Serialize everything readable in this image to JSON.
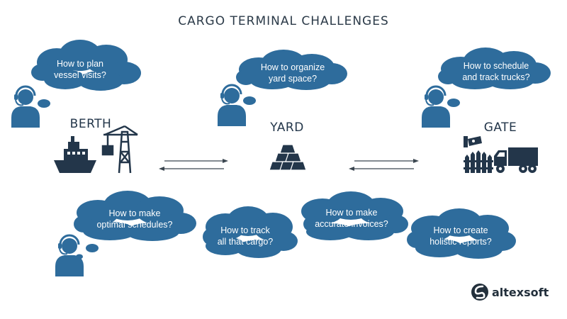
{
  "title": "CARGO TERMINAL CHALLENGES",
  "stations": {
    "berth": "BERTH",
    "yard": "YARD",
    "gate": "GATE"
  },
  "clouds": {
    "vessel": [
      "How to plan",
      "vessel visits?"
    ],
    "yard_space": [
      "How to organize",
      "yard space?"
    ],
    "trucks": [
      "How to schedule",
      "and track trucks?"
    ],
    "schedules": [
      "How to make",
      "optimal schedules?"
    ],
    "cargo": [
      "How to track",
      "all that cargo?"
    ],
    "invoices": [
      "How to make",
      "accurate invoices?"
    ],
    "reports": [
      "How to create",
      "holistic reports?"
    ]
  },
  "brand": "altexsoft",
  "colors": {
    "primary": "#2e6c9c",
    "dark": "#23364a",
    "text": "#2b3a48",
    "white": "#ffffff"
  },
  "icons": [
    "operator-icon",
    "ship-icon",
    "crane-icon",
    "gold-bars-icon",
    "camera-icon",
    "fence-icon",
    "truck-icon",
    "altexsoft-logo-icon"
  ]
}
